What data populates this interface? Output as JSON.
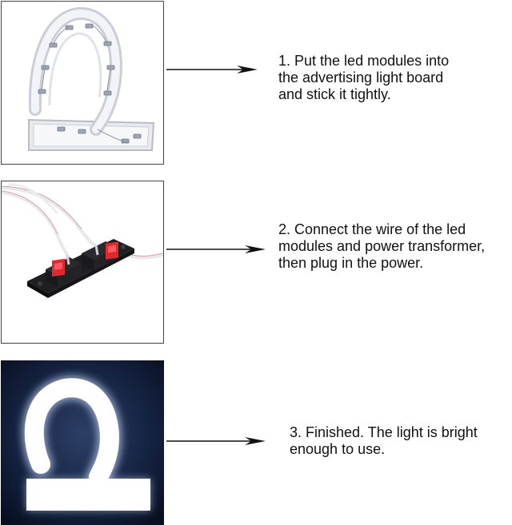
{
  "steps": [
    {
      "lines": [
        "1. Put the led modules into",
        "the advertising light board",
        "and stick it tightly."
      ]
    },
    {
      "lines": [
        "2. Connect the wire of the led",
        "modules and power transformer,",
        "then plug in the power."
      ]
    },
    {
      "lines": [
        "3. Finished. The light is bright",
        "enough to use."
      ]
    }
  ],
  "icons": {
    "arrow": "arrow-right-icon"
  },
  "colors": {
    "arrow": "#111111",
    "panel_border": "#444444",
    "night_bg": "#0d1830",
    "connector_red": "#e0282e"
  }
}
